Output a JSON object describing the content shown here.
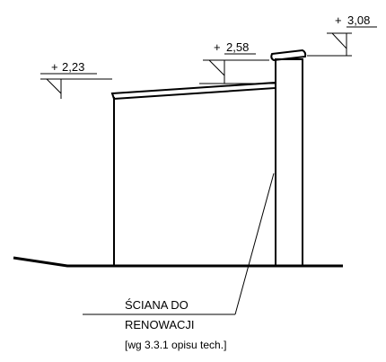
{
  "elevations": [
    {
      "sign": "+",
      "value": "2,23"
    },
    {
      "sign": "+",
      "value": "2,58"
    },
    {
      "sign": "+",
      "value": "3,08"
    }
  ],
  "callout": {
    "line1": "ŚCIANA DO",
    "line2": "RENOWACJI",
    "line3": "[wg 3.3.1 opisu tech.]"
  }
}
